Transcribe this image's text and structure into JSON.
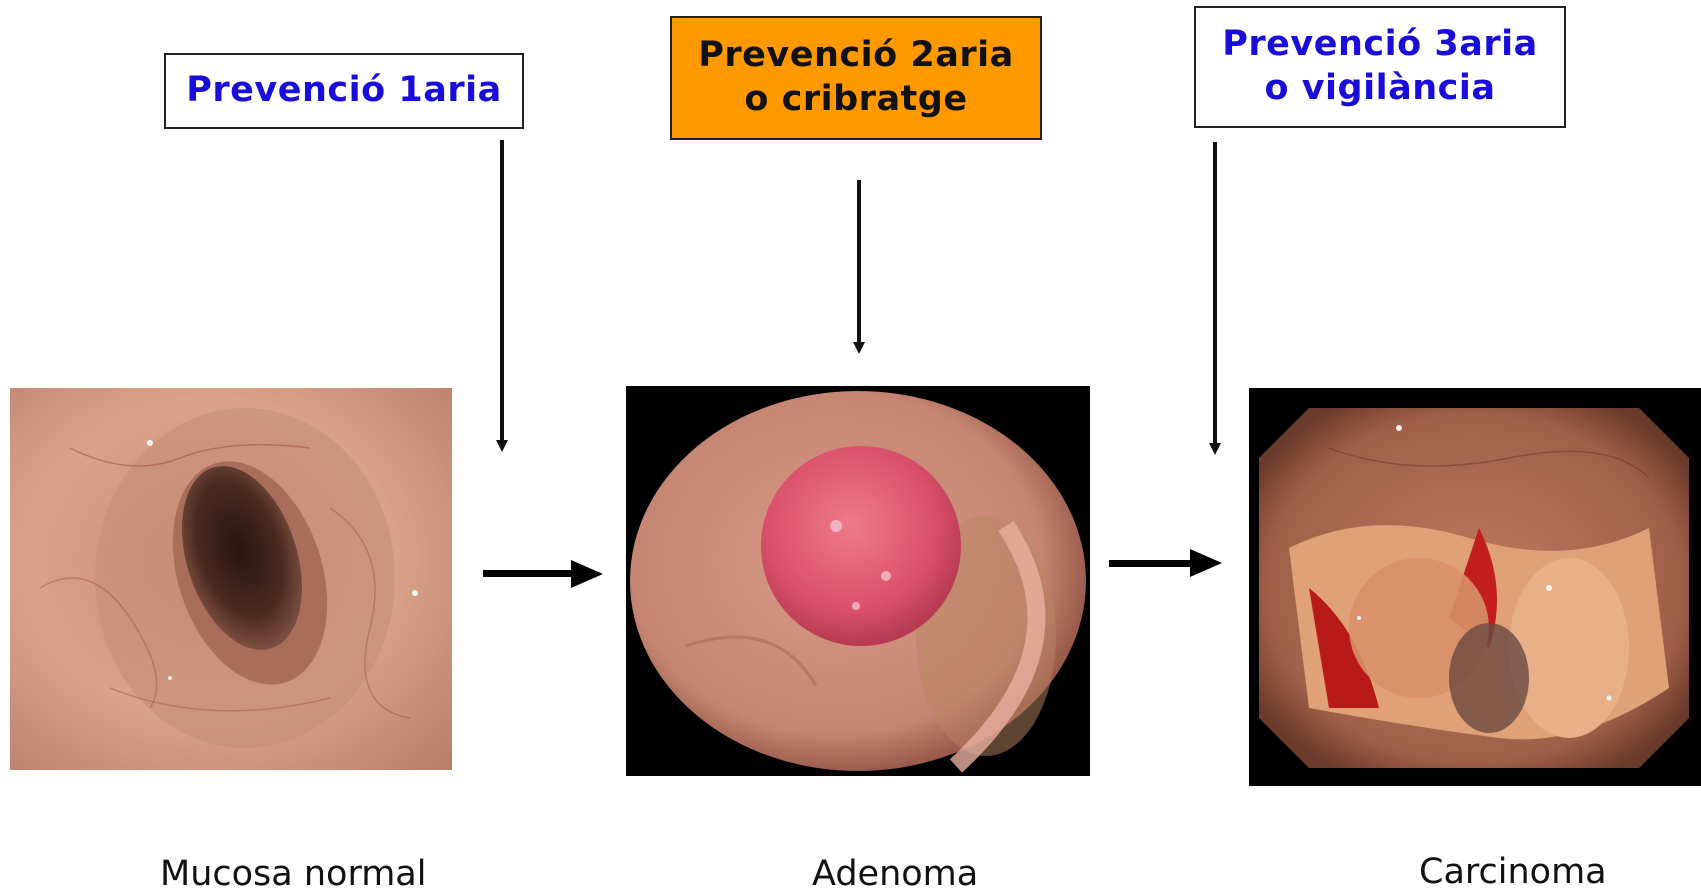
{
  "boxes": {
    "primary": {
      "lines": [
        "Prevenció 1aria"
      ],
      "text_color": "#1a0ddb",
      "fill": "#ffffff"
    },
    "secondary": {
      "lines": [
        "Prevenció 2aria",
        "o cribratge"
      ],
      "text_color": "#111111",
      "fill": "#ff9900"
    },
    "tertiary": {
      "lines": [
        "Prevenció 3aria",
        "o vigilància"
      ],
      "text_color": "#1a0ddb",
      "fill": "#ffffff"
    }
  },
  "stages": [
    {
      "label": "Mucosa normal",
      "image": "endoscopy-normal-mucosa"
    },
    {
      "label": "Adenoma",
      "image": "endoscopy-adenoma-polyp"
    },
    {
      "label": "Carcinoma",
      "image": "endoscopy-carcinoma"
    }
  ],
  "colors": {
    "arrow": "#000000",
    "box_border": "#222222"
  }
}
